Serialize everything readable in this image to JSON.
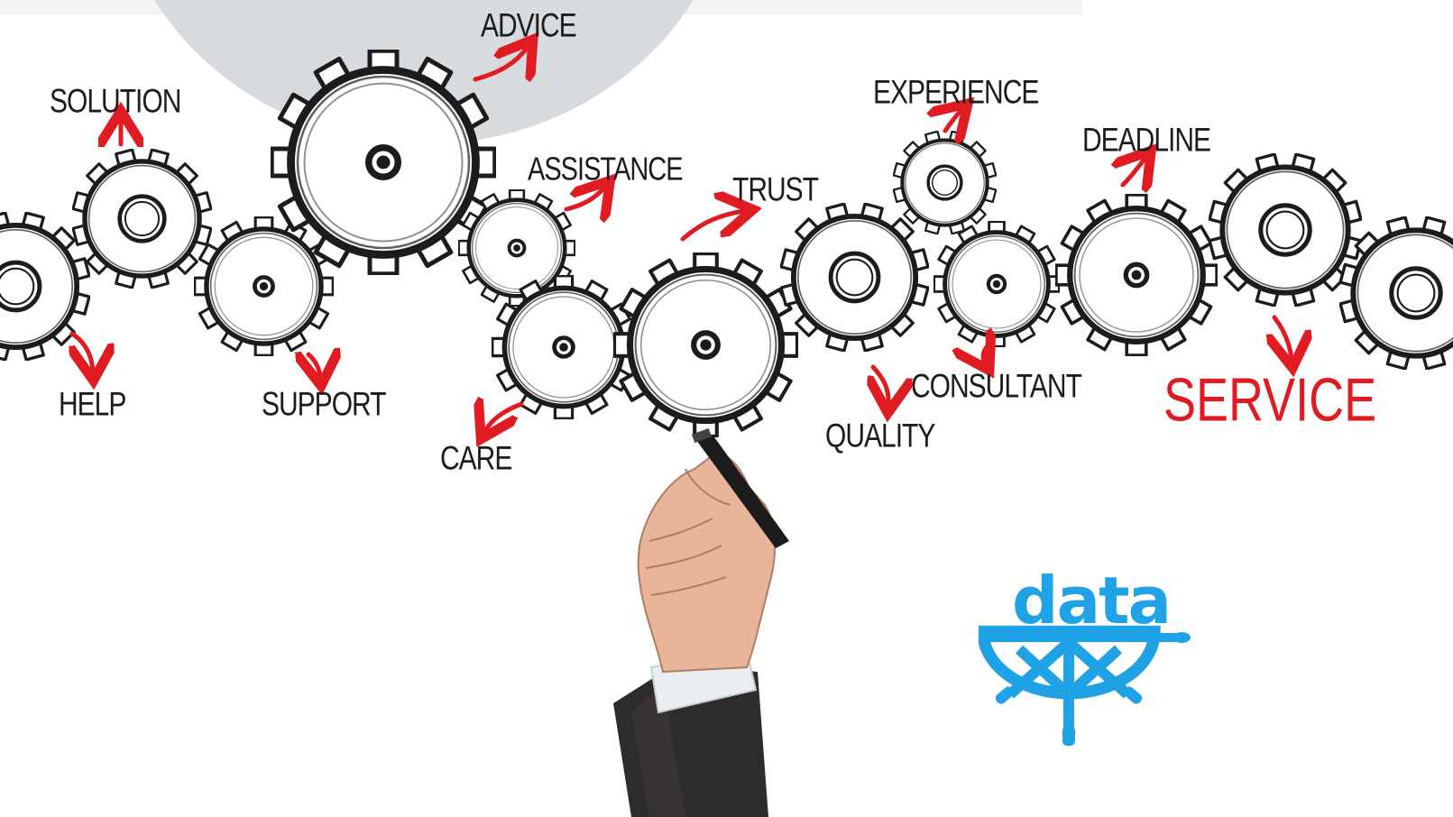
{
  "words": {
    "advice": "ADVICE",
    "solution": "SOLUTION",
    "assistance": "ASSISTANCE",
    "trust": "TRUST",
    "experience": "EXPERIENCE",
    "deadline": "DEADLINE",
    "help": "HELP",
    "support": "SUPPORT",
    "care": "CARE",
    "quality": "QUALITY",
    "consultant": "CONSULTANT",
    "service": "SERVICE"
  },
  "logo": {
    "text": "data",
    "color": "#1fa3e6"
  },
  "colors": {
    "arrow": "#e11b22",
    "ink": "#1c1c1c",
    "circle": "#d8dbdd"
  },
  "icons": {
    "gears": "gear-icon",
    "arrows": "arrow-icon",
    "logo_wheel": "ship-wheel-icon"
  }
}
